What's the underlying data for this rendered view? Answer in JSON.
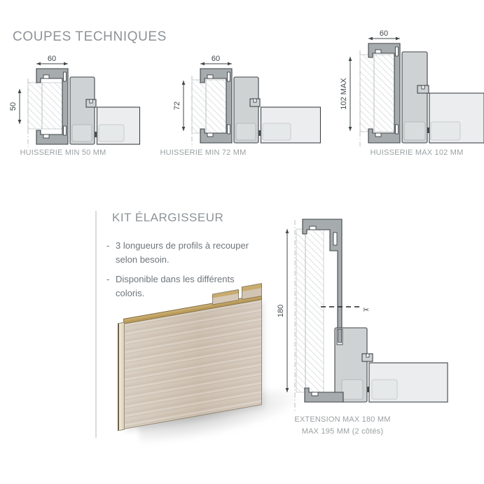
{
  "header": {
    "title": "COUPES TECHNIQUES"
  },
  "coupes": {
    "diagrams": [
      {
        "caption": "HUISSERIE MIN 50 MM",
        "width_label": "60",
        "height_label": "50"
      },
      {
        "caption": "HUISSERIE MIN 72 MM",
        "width_label": "60",
        "height_label": "72"
      },
      {
        "caption": "HUISSERIE MAX 102 MM",
        "width_label": "60",
        "height_label": "102 MAX"
      }
    ]
  },
  "kit": {
    "title": "KIT ÉLARGISSEUR",
    "bullet_marker": "-",
    "bullets": [
      "3 longueurs de profils à recouper selon besoin.",
      "Disponible dans les différents coloris."
    ],
    "extension_diagram": {
      "height_label": "180",
      "scissors_icon": "✂",
      "caption_line1": "EXTENSION MAX 180 MM",
      "caption_line2": "MAX 195 MM (2 côtés)"
    }
  },
  "colors": {
    "profile_dark": "#a6abae",
    "frame_body": "#ced2d3",
    "door_leaf": "#ebedee",
    "outline": "#3f4447",
    "heading_text": "#8e9397",
    "caption_text": "#9ba0a3",
    "dimension_text": "#42474a",
    "wood_face": "#d3c7ba",
    "wood_edge_gold": "#c0a266"
  }
}
